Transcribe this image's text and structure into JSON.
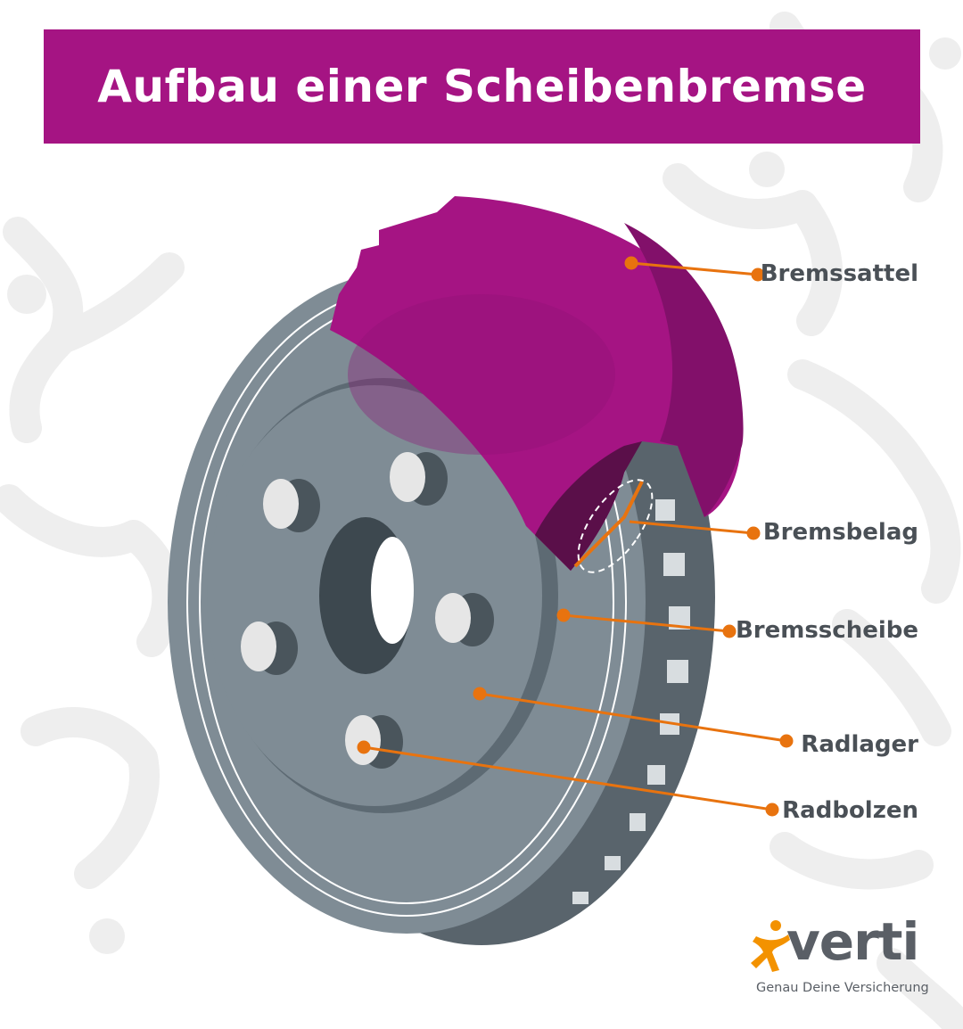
{
  "title": "Aufbau einer Scheibenbremse",
  "labels": {
    "bremssattel": "Bremssattel",
    "bremsbelag": "Bremsbelag",
    "bremsscheibe": "Bremsscheibe",
    "radlager": "Radlager",
    "radbolzen": "Radbolzen"
  },
  "logo": {
    "name": "verti",
    "tagline": "Genau Deine Versicherung"
  },
  "colors": {
    "title_bar": "#a51483",
    "caliper": "#a51483",
    "disc": "#7e8c96",
    "leader": "#e8730f",
    "label_text": "#4a5056",
    "logo_accent": "#f39200"
  }
}
